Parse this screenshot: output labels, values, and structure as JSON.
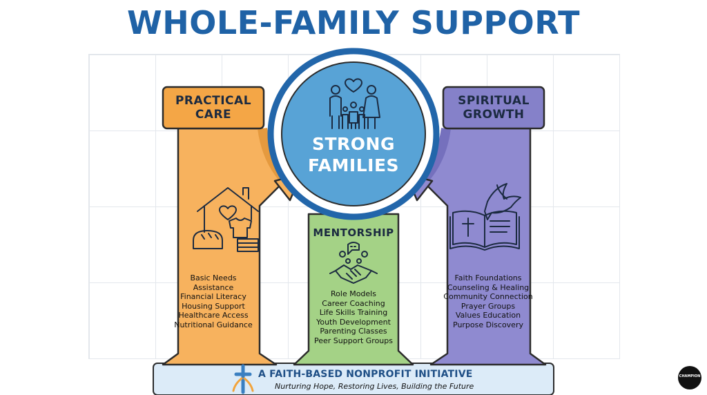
{
  "title": "WHOLE-FAMILY SUPPORT",
  "center": {
    "line1": "STRONG",
    "line2": "FAMILIES"
  },
  "columns": {
    "practical": {
      "title_line1": "PRACTICAL",
      "title_line2": "CARE",
      "items": [
        "Basic Needs Assistance",
        "Financial Literacy",
        "Housing Support",
        "Healthcare Access",
        "Nutritional Guidance"
      ],
      "color": "#f7b25e"
    },
    "mentorship": {
      "title": "MENTORSHIP",
      "items": [
        "Role Models",
        "Career Coaching",
        "Life Skills Training",
        "Youth Development",
        "Parenting Classes",
        "Peer Support Groups"
      ],
      "color": "#a4d286"
    },
    "spiritual": {
      "title_line1": "SPIRITUAL",
      "title_line2": "GROWTH",
      "items": [
        "Faith Foundations",
        "Counseling & Healing",
        "Community Connection",
        "Prayer Groups",
        "Values Education",
        "Purpose Discovery"
      ],
      "color": "#8f8ad0"
    }
  },
  "footer": {
    "title": "A FAITH-BASED NONPROFIT INITIATIVE",
    "subtitle": "Nurturing Hope, Restoring Lives, Building the Future"
  },
  "logo": {
    "text": "CHAMPION"
  },
  "colors": {
    "title": "#1f62a6",
    "circle_fill": "#58a3d6",
    "circle_ring": "#2266aa",
    "footer_bg": "#dcebf8"
  }
}
